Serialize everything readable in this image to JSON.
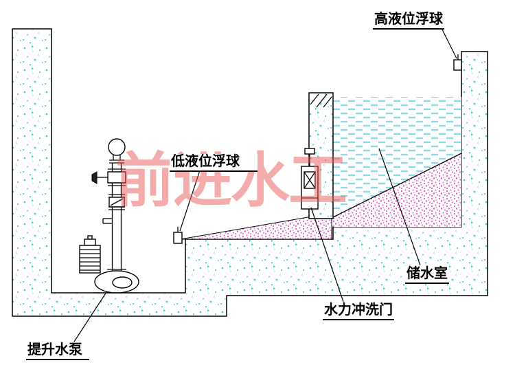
{
  "diagram": {
    "watermark": "前进水工",
    "labels": {
      "high_level_float": "高液位浮球",
      "low_level_float": "低液位浮球",
      "storage_chamber": "储水室",
      "hydraulic_flush_gate": "水力冲洗门",
      "lift_pump": "提升水泵"
    },
    "colors": {
      "speckle": "#3cc6da",
      "water_dash": "#8fd8e8",
      "sediment": "#df55c8",
      "outline": "#000000",
      "watermark": "#e95a5a"
    },
    "icons": {
      "high_float": "float-ball-icon",
      "low_float": "float-ball-icon",
      "gate": "flush-gate-icon",
      "pump": "submersible-pump-icon"
    }
  }
}
